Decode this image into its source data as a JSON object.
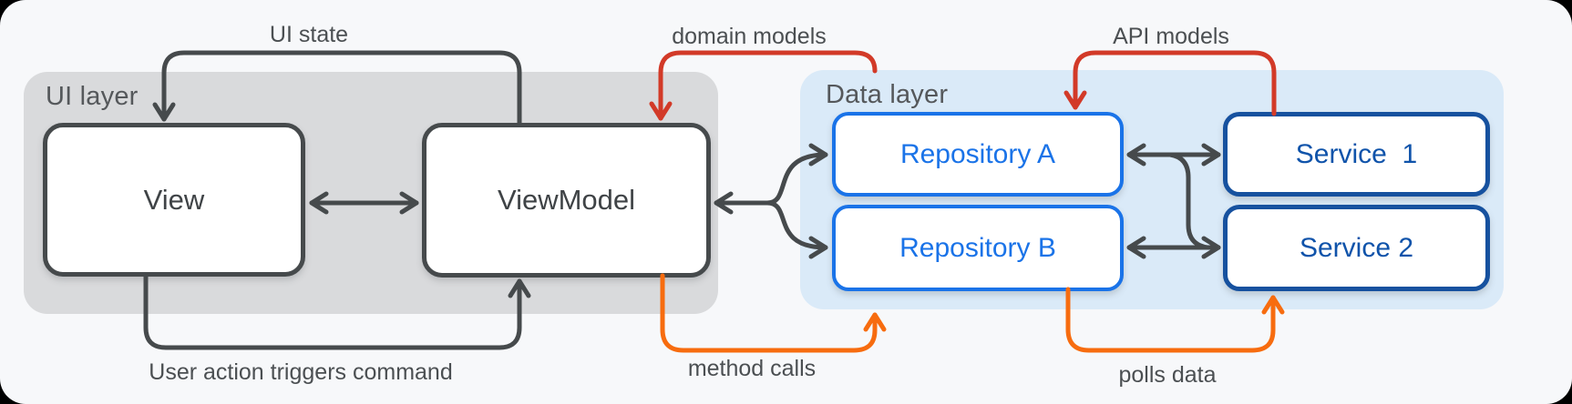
{
  "colors": {
    "dark": "#464a4c",
    "red": "#d23a28",
    "orange": "#f76c0f",
    "repo_blue": "#1a73e8",
    "service_blue": "#16519f",
    "ui_layer_bg": "#d9dadc",
    "data_layer_bg": "#daeaf8",
    "canvas_bg": "#f7f8fa"
  },
  "layers": {
    "ui": {
      "label": "UI layer"
    },
    "data": {
      "label": "Data layer"
    }
  },
  "nodes": {
    "view": {
      "label": "View"
    },
    "viewmodel": {
      "label": "ViewModel"
    },
    "repository_a": {
      "label": "Repository A"
    },
    "repository_b": {
      "label": "Repository B"
    },
    "service_1": {
      "label": "Service  1"
    },
    "service_2": {
      "label": "Service 2"
    }
  },
  "edges": {
    "ui_state": {
      "label": "UI state"
    },
    "user_action": {
      "label": "User action triggers command"
    },
    "domain_models": {
      "label": "domain models"
    },
    "api_models": {
      "label": "API models"
    },
    "method_calls": {
      "label": "method calls"
    },
    "polls_data": {
      "label": "polls data"
    }
  }
}
